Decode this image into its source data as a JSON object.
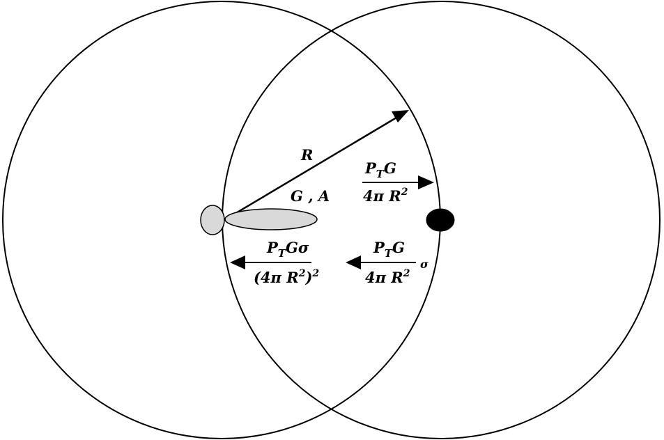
{
  "diagram": {
    "labels": {
      "range": "R",
      "antenna_params": "G , A",
      "incident_density": {
        "numerator": {
          "p": "P",
          "sub": "T",
          "rest": "G"
        },
        "denominator": {
          "base": "4π R",
          "sup": "2"
        }
      },
      "scattered_density": {
        "numerator": {
          "p": "P",
          "sub": "T",
          "rest": "G"
        },
        "denominator": {
          "base": "4π R",
          "sup": "2"
        },
        "factor": "σ"
      },
      "received_density": {
        "numerator": {
          "p": "P",
          "sub": "T",
          "rest": "Gσ"
        },
        "denominator": {
          "base_open": "(4π R",
          "sup_inner": "2",
          "close": ")",
          "sup_outer": "2"
        }
      }
    },
    "colors": {
      "radar": "#d9d9d9",
      "target": "#000000",
      "line": "#000000"
    }
  }
}
